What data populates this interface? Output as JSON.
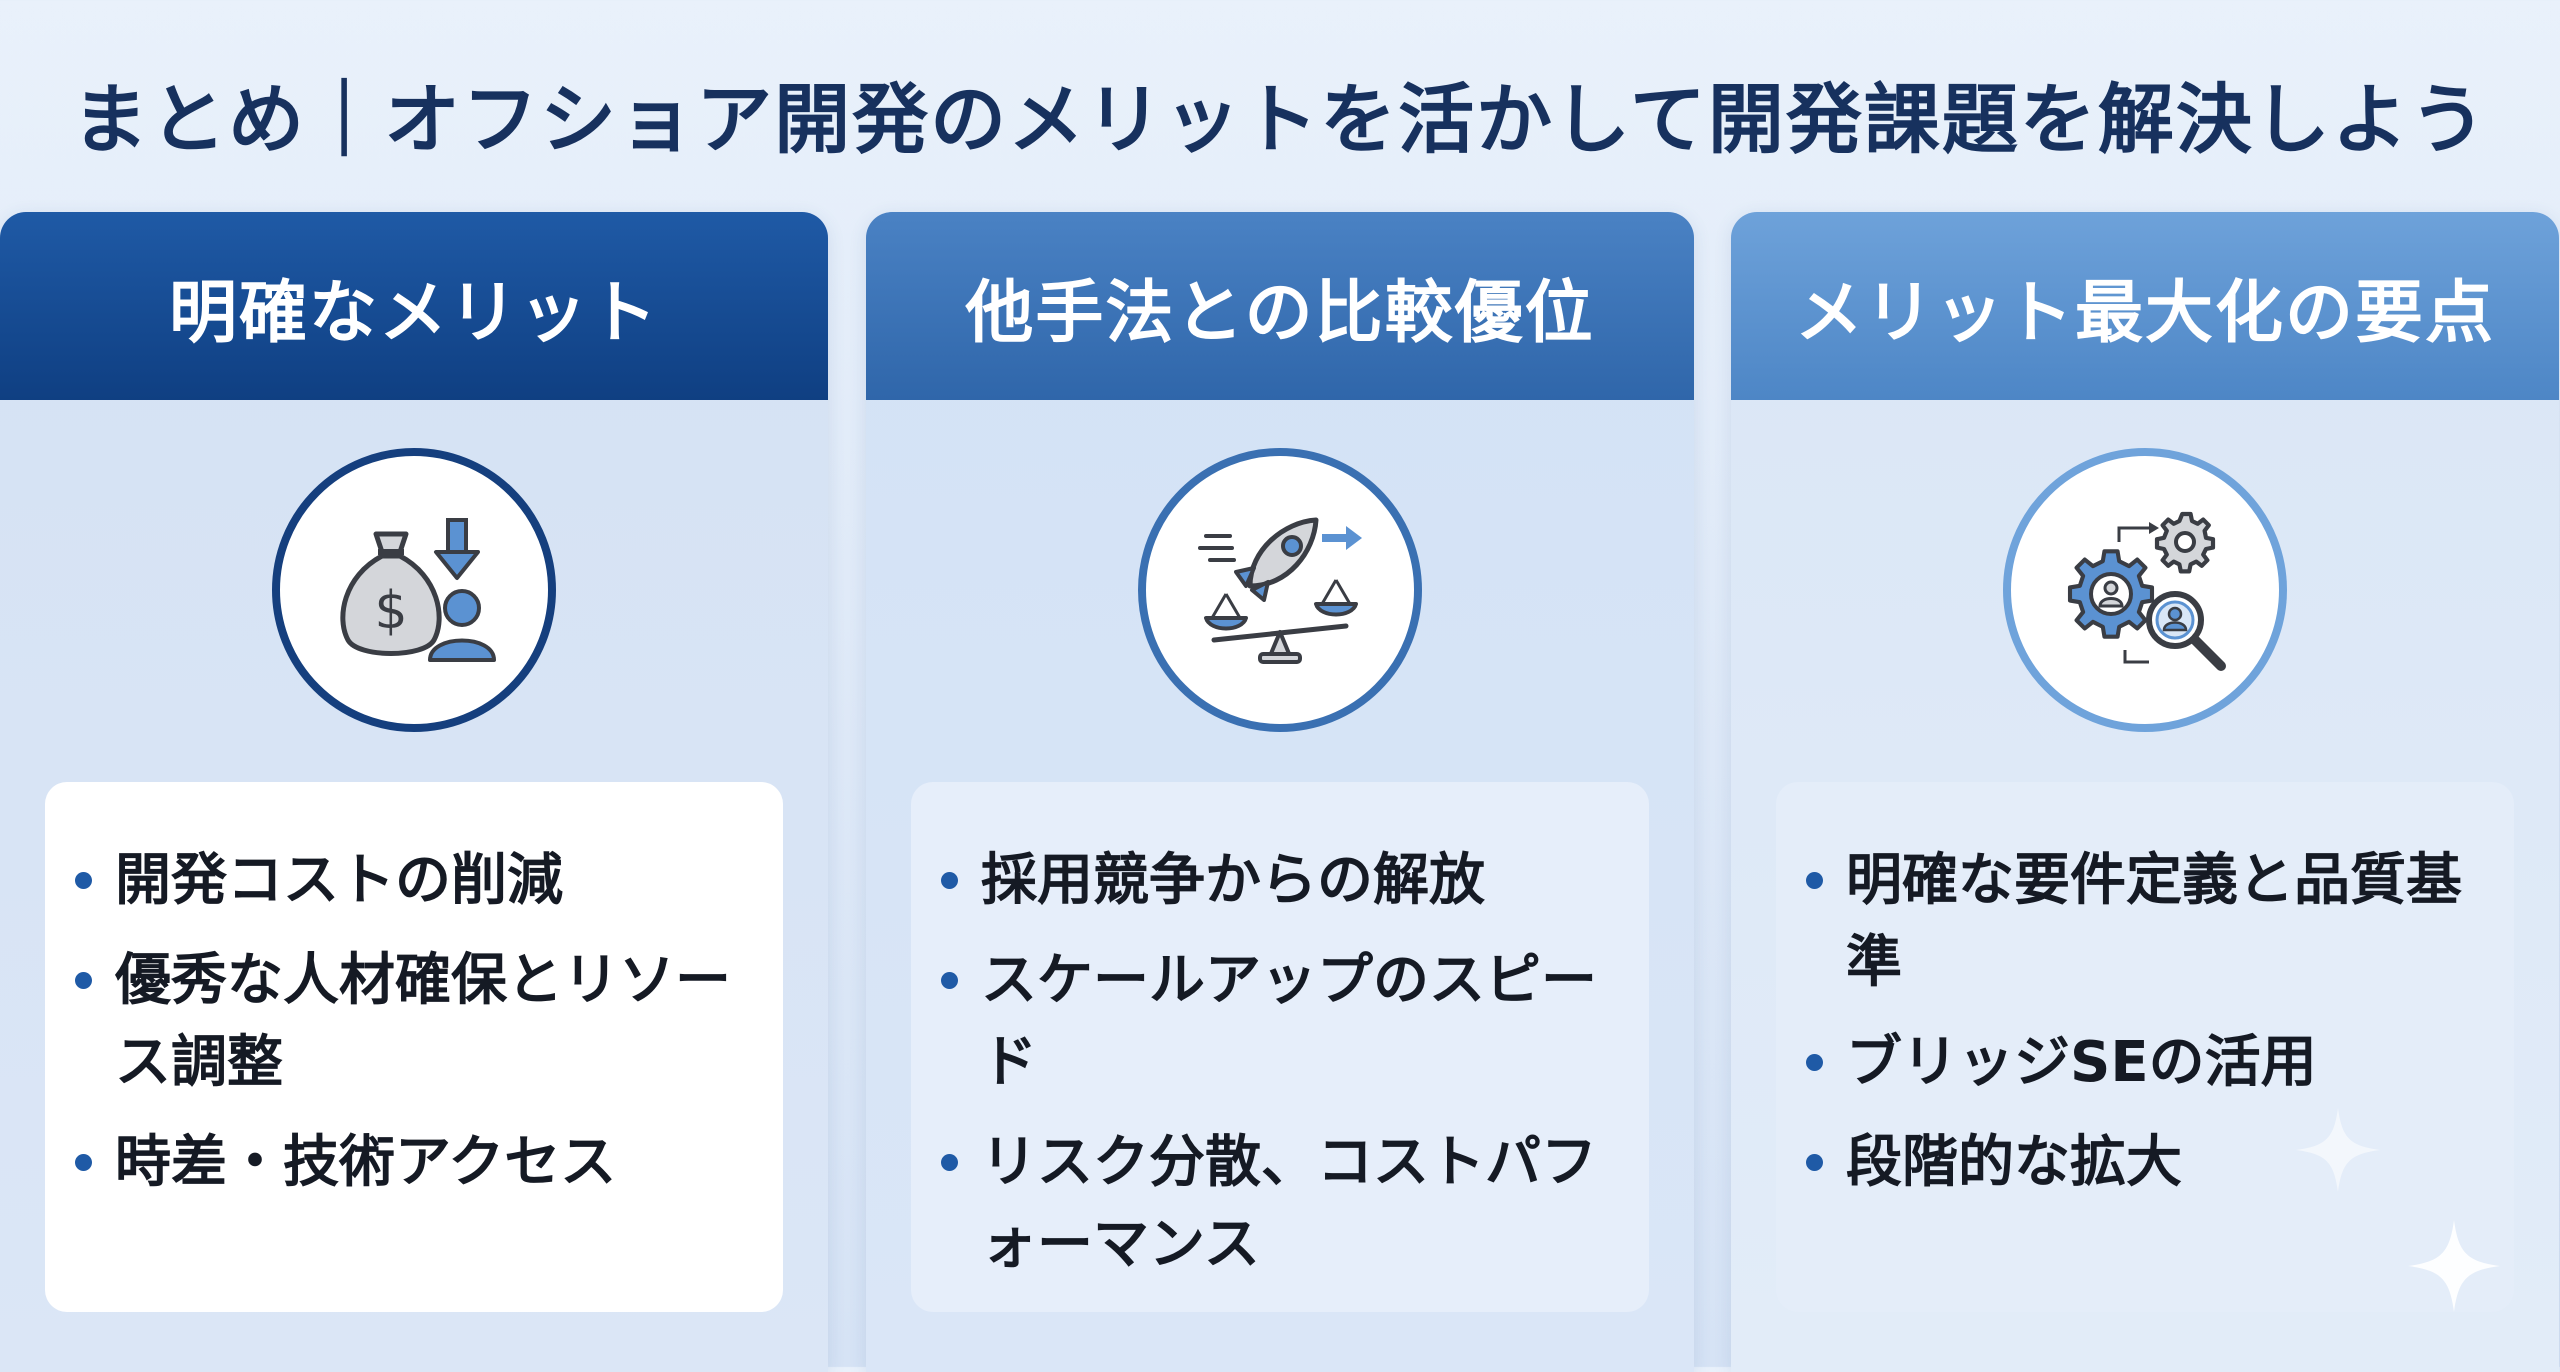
{
  "title": "まとめ｜オフショア開発のメリットを活かして開発課題を解決しよう",
  "columns": [
    {
      "heading": "明確なメリット",
      "icon": "money-bag-person-icon",
      "items": [
        "開発コストの削減",
        "優秀な人材確保とリソース調整",
        "時差・技術アクセス"
      ]
    },
    {
      "heading": "他手法との比較優位",
      "icon": "rocket-scale-icon",
      "items": [
        "採用競争からの解放",
        "スケールアップのスピード",
        "リスク分散、コストパフォーマンス"
      ]
    },
    {
      "heading": "メリット最大化の要点",
      "icon": "gears-magnifier-icon",
      "items": [
        "明確な要件定義と品質基準",
        "ブリッジSEの活用",
        "段階的な拡大"
      ]
    }
  ],
  "colors": {
    "title": "#17315e",
    "header_dark": "#0f3f82",
    "header_mid": "#2f66aa",
    "header_light": "#4d86c6",
    "bullet": "#1f5aa6"
  }
}
